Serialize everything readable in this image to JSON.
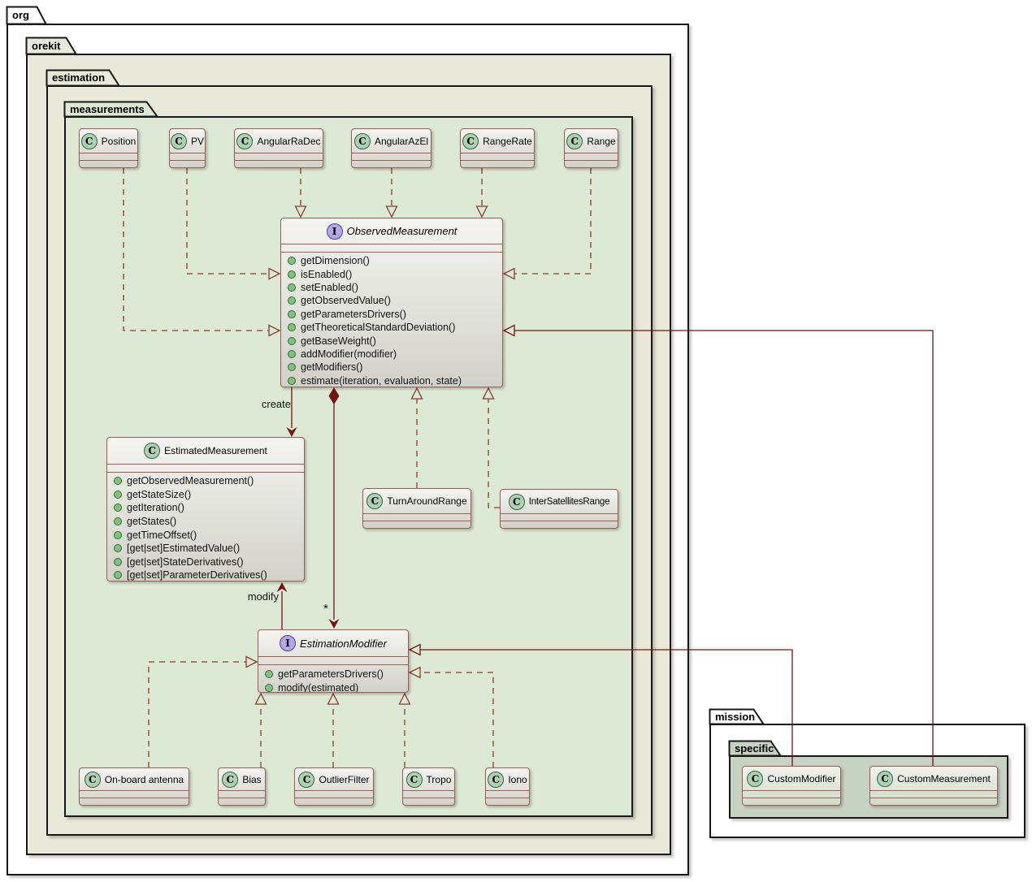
{
  "diagram": {
    "packages": {
      "org": "org",
      "orekit": "orekit",
      "estimation": "estimation",
      "measurements": "measurements",
      "mission": "mission",
      "specific": "specific"
    },
    "classes": {
      "position": {
        "stereotype": "C",
        "name": "Position"
      },
      "pv": {
        "stereotype": "C",
        "name": "PV"
      },
      "angularRaDec": {
        "stereotype": "C",
        "name": "AngularRaDec"
      },
      "angularAzEl": {
        "stereotype": "C",
        "name": "AngularAzEl"
      },
      "rangeRate": {
        "stereotype": "C",
        "name": "RangeRate"
      },
      "range": {
        "stereotype": "C",
        "name": "Range"
      },
      "observedMeasurement": {
        "stereotype": "I",
        "name": "ObservedMeasurement",
        "methods": [
          "getDimension()",
          "isEnabled()",
          "setEnabled()",
          "getObservedValue()",
          "getParametersDrivers()",
          "getTheoreticalStandardDeviation()",
          "getBaseWeight()",
          "addModifier(modifier)",
          "getModifiers()",
          "estimate(iteration, evaluation, state)"
        ]
      },
      "estimatedMeasurement": {
        "stereotype": "C",
        "name": "EstimatedMeasurement",
        "methods": [
          "getObservedMeasurement()",
          "getStateSize()",
          "getIteration()",
          "getStates()",
          "getTimeOffset()",
          "[get|set]EstimatedValue()",
          "[get|set]StateDerivatives()",
          "[get|set]ParameterDerivatives()"
        ]
      },
      "turnAroundRange": {
        "stereotype": "C",
        "name": "TurnAroundRange"
      },
      "interSatellitesRange": {
        "stereotype": "C",
        "name": "InterSatellitesRange"
      },
      "estimationModifier": {
        "stereotype": "I",
        "name": "EstimationModifier",
        "methods": [
          "getParametersDrivers()",
          "modify(estimated)"
        ]
      },
      "onBoardAntenna": {
        "stereotype": "C",
        "name": "On-board antenna"
      },
      "bias": {
        "stereotype": "C",
        "name": "Bias"
      },
      "outlierFilter": {
        "stereotype": "C",
        "name": "OutlierFilter"
      },
      "tropo": {
        "stereotype": "C",
        "name": "Tropo"
      },
      "iono": {
        "stereotype": "C",
        "name": "Iono"
      },
      "customModifier": {
        "stereotype": "C",
        "name": "CustomModifier"
      },
      "customMeasurement": {
        "stereotype": "C",
        "name": "CustomMeasurement"
      }
    },
    "edge_labels": {
      "create": "create",
      "modify": "modify",
      "multiplicity": "*"
    },
    "colors": {
      "package_beige": "#e9e9d9",
      "package_green": "#dcead5",
      "package_graygreen": "#c6d2c2",
      "class_border": "#a35a50",
      "edge_solid": "#7a1010",
      "edge_dashed": "#8d3a32",
      "class_icon_fill": "#add1b2",
      "interface_icon_fill": "#b4a7e5",
      "method_dot": "#84be84"
    }
  }
}
